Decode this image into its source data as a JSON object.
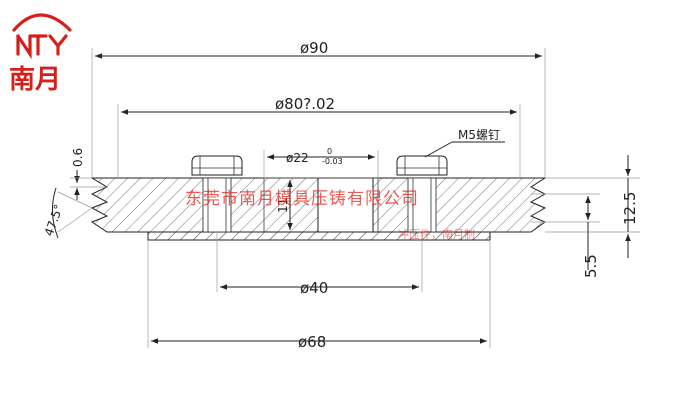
{
  "logo": {
    "text": "南月",
    "mark": "logo-mark",
    "color": "#d4201a"
  },
  "dimensions": {
    "d90": "ø90",
    "d80": "ø80?.02",
    "d22": "ø22",
    "d22_tol_upper": "0",
    "d22_tol_lower": "-0.03",
    "d40": "ø40",
    "d68": "ø68",
    "h11": "11",
    "t06": "0.6",
    "angle": "47.5°",
    "h125": "12.5",
    "h55": "5.5",
    "screw_label": "M5螺钉"
  },
  "watermark": {
    "company": "东莞市南月模具压铸有限公司",
    "small": "冲压件，南月制"
  }
}
